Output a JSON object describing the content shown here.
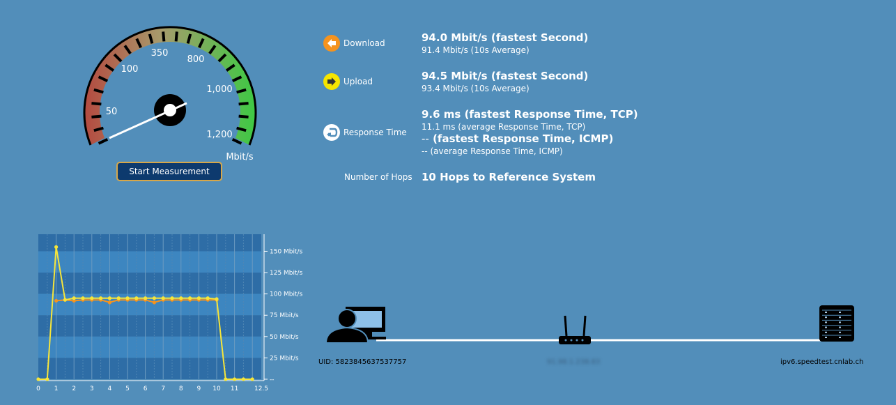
{
  "gauge": {
    "unit": "Mbit/s",
    "scale_labels": [
      "50",
      "100",
      "350",
      "800",
      "1,000",
      "1,200"
    ],
    "current_value_mbit": 94.0
  },
  "start_button": {
    "label": "Start Measurement"
  },
  "metrics": {
    "download": {
      "label": "Download",
      "fastest": "94.0 Mbit/s (fastest Second)",
      "average": "91.4 Mbit/s (10s Average)",
      "icon": "arrow-left-icon",
      "color": "#f5931e"
    },
    "upload": {
      "label": "Upload",
      "fastest": "94.5 Mbit/s (fastest Second)",
      "average": "93.4 Mbit/s (10s Average)",
      "icon": "arrow-right-icon",
      "color": "#f6e500"
    },
    "response": {
      "label": "Response Time",
      "tcp_fastest": "9.6 ms (fastest Response Time, TCP)",
      "tcp_average": "11.1 ms (average Response Time, TCP)",
      "icmp_fastest_prefix": "--",
      "icmp_fastest": "(fastest Response Time, ICMP)",
      "icmp_average": "-- (average Response Time, ICMP)",
      "icon": "return-arrow-icon",
      "color": "#ffffff"
    },
    "hops": {
      "label": "Number of Hops",
      "value": "10 Hops to Reference System"
    }
  },
  "chart_data": {
    "type": "line",
    "x_ticks": [
      "0",
      "1",
      "2",
      "3",
      "4",
      "5",
      "6",
      "7",
      "8",
      "9",
      "10",
      "11",
      "12.5"
    ],
    "y_ticks": [
      "--",
      "25 Mbit/s",
      "50 Mbit/s",
      "75 Mbit/s",
      "100 Mbit/s",
      "125 Mbit/s",
      "150 Mbit/s"
    ],
    "xlim": [
      0,
      12.5
    ],
    "ylim": [
      0,
      170
    ],
    "grid": true,
    "series": [
      {
        "color": "#f6e53a",
        "x": [
          0,
          0.5,
          1,
          1.5,
          2,
          2.5,
          3,
          3.5,
          4,
          4.5,
          5,
          5.5,
          6,
          6.5,
          7,
          7.5,
          8,
          8.5,
          9,
          9.5,
          10,
          10.5,
          11,
          11.5,
          12
        ],
        "y": [
          0,
          0,
          155,
          93,
          95,
          95,
          95,
          95,
          95,
          95,
          95,
          95,
          95,
          95,
          95,
          95,
          95,
          95,
          95,
          95,
          94,
          0,
          0,
          0,
          0
        ]
      },
      {
        "color": "#f5931e",
        "x": [
          1,
          1.5,
          2,
          2.5,
          3,
          3.5,
          4,
          4.5,
          5,
          5.5,
          6,
          6.5,
          7,
          7.5,
          8,
          8.5,
          9,
          9.5,
          10
        ],
        "y": [
          92,
          93,
          92,
          93,
          93,
          93,
          90,
          93,
          93,
          93,
          93,
          90,
          93,
          93,
          93,
          93,
          93,
          93,
          93
        ]
      }
    ]
  },
  "topology": {
    "uid": "UID: 5823845637537757",
    "router_ip": "91.98.1.238.83",
    "server": "ipv6.speedtest.cnlab.ch"
  }
}
